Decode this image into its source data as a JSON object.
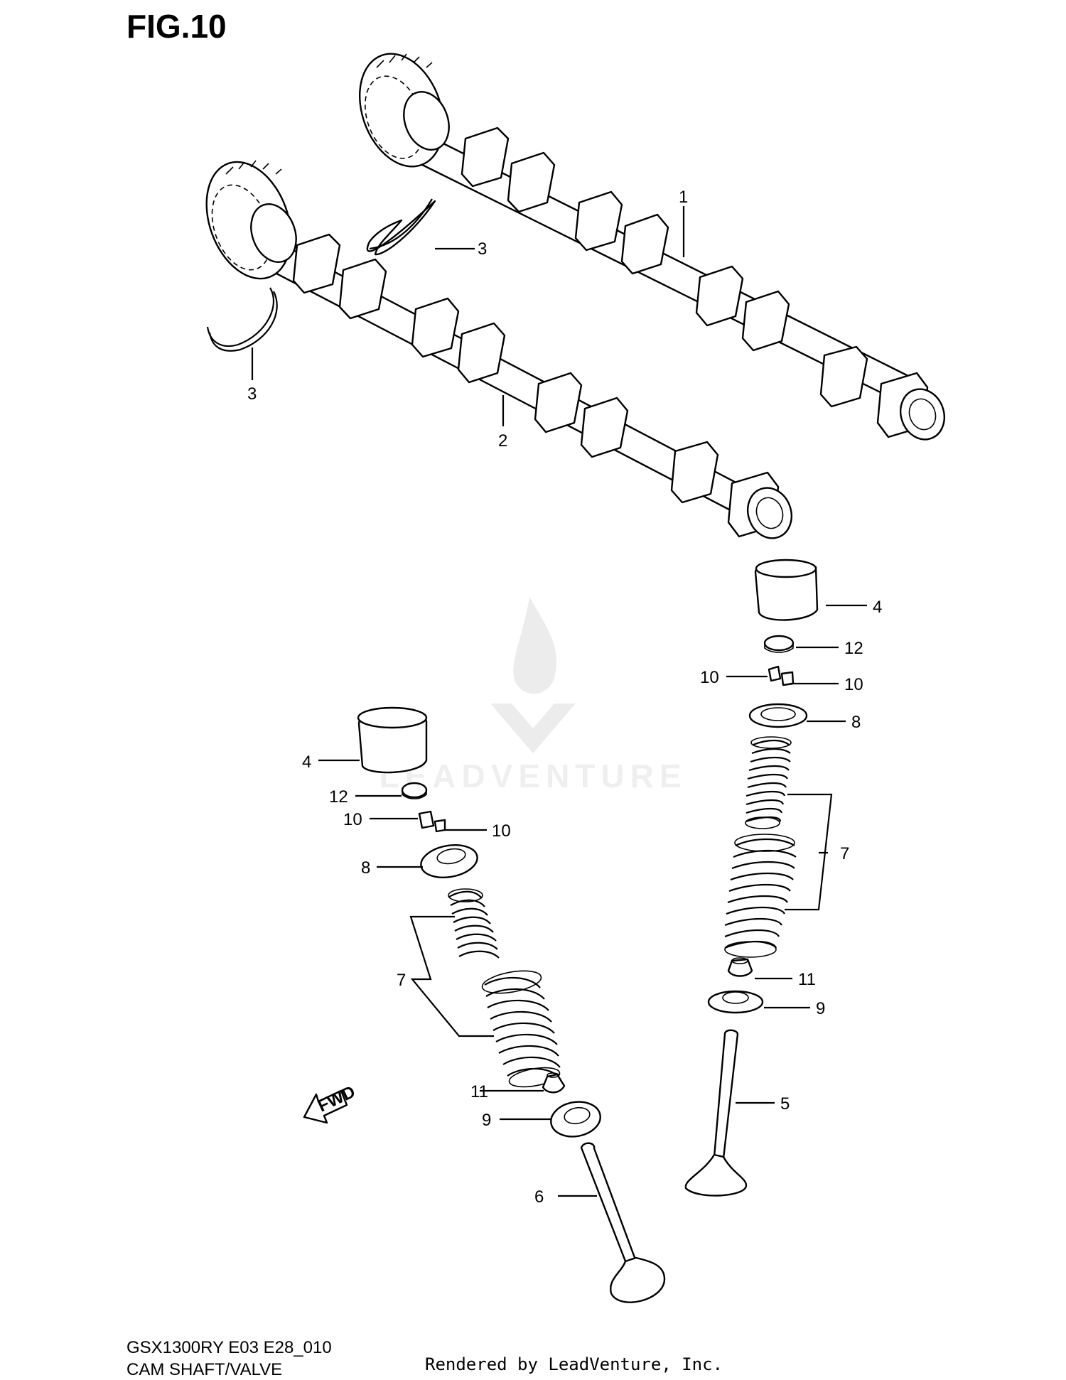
{
  "figure": {
    "title": "FIG.10",
    "model_code": "GSX1300RY E03 E28_010",
    "section_name": "CAM SHAFT/VALVE",
    "render_credit": "Rendered by LeadVenture, Inc.",
    "watermark": "LEADVENTURE"
  },
  "callouts": {
    "c1": "1",
    "c2": "2",
    "c3a": "3",
    "c3b": "3",
    "c4a": "4",
    "c4b": "4",
    "c5": "5",
    "c6": "6",
    "c7a": "7",
    "c7b": "7",
    "c8a": "8",
    "c8b": "8",
    "c9a": "9",
    "c9b": "9",
    "c10a": "10",
    "c10b": "10",
    "c10c": "10",
    "c10d": "10",
    "c11a": "11",
    "c11b": "11",
    "c12a": "12",
    "c12b": "12"
  },
  "direction_badge": "FWD"
}
